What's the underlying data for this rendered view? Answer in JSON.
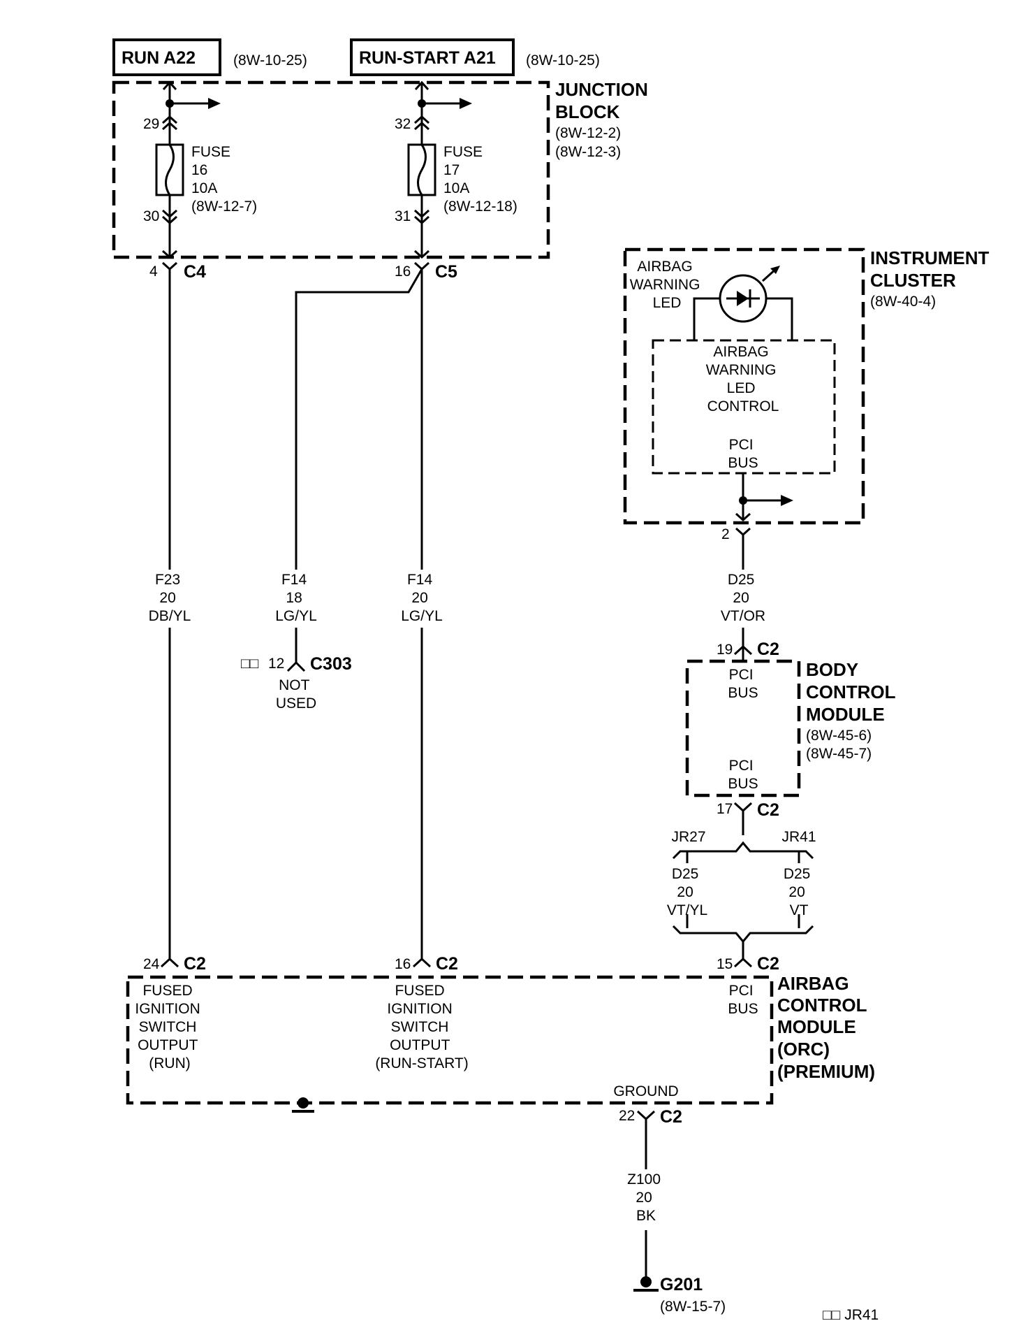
{
  "run_a22": "RUN A22",
  "run_a22_ref": "(8W-10-25)",
  "run_start_a21": "RUN-START A21",
  "run_start_a21_ref": "(8W-10-25)",
  "junction_block": {
    "title": [
      "JUNCTION",
      "BLOCK"
    ],
    "refs": [
      "(8W-12-2)",
      "(8W-12-3)"
    ],
    "fuse16": {
      "in_pin": "29",
      "out_pin": "30",
      "label": [
        "FUSE",
        "16",
        "10A",
        "(8W-12-7)"
      ]
    },
    "fuse17": {
      "in_pin": "32",
      "out_pin": "31",
      "label": [
        "FUSE",
        "17",
        "10A",
        "(8W-12-18)"
      ]
    },
    "c4": {
      "pin": "4",
      "name": "C4"
    },
    "c5": {
      "pin": "16",
      "name": "C5"
    }
  },
  "wires": {
    "f23": [
      "F23",
      "20",
      "DB/YL"
    ],
    "f14_18": [
      "F14",
      "18",
      "LG/YL"
    ],
    "f14_20": [
      "F14",
      "20",
      "LG/YL"
    ],
    "d25_vtor": [
      "D25",
      "20",
      "VT/OR"
    ],
    "d25_vtyl": [
      "D25",
      "20",
      "VT/YL"
    ],
    "d25_vt": [
      "D25",
      "20",
      "VT"
    ],
    "z100": [
      "Z100",
      "20",
      "BK"
    ]
  },
  "c303": {
    "pin": "12",
    "name": "C303",
    "status": [
      "NOT",
      "USED"
    ],
    "marker": "□□"
  },
  "instrument_cluster": {
    "title": [
      "INSTRUMENT",
      "CLUSTER"
    ],
    "ref": "(8W-40-4)",
    "led_label": [
      "AIRBAG",
      "WARNING",
      "LED"
    ],
    "control_label": [
      "AIRBAG",
      "WARNING",
      "LED",
      "CONTROL"
    ],
    "bus_label": [
      "PCI",
      "BUS"
    ],
    "pin": "2"
  },
  "body_control_module": {
    "title": [
      "BODY",
      "CONTROL",
      "MODULE"
    ],
    "refs": [
      "(8W-45-6)",
      "(8W-45-7)"
    ],
    "top_pin": "19",
    "bottom_pin": "17",
    "conn": "C2",
    "top_bus": [
      "PCI",
      "BUS"
    ],
    "bottom_bus": [
      "PCI",
      "BUS"
    ]
  },
  "splices": {
    "left": "JR27",
    "right": "JR41"
  },
  "airbag_control_module": {
    "title": [
      "AIRBAG",
      "CONTROL",
      "MODULE",
      "(ORC)",
      "(PREMIUM)"
    ],
    "conn": "C2",
    "pins": {
      "run": "24",
      "run_start": "16",
      "pci": "15",
      "ground": "22"
    },
    "run_label": [
      "FUSED",
      "IGNITION",
      "SWITCH",
      "OUTPUT",
      "(RUN)"
    ],
    "run_start_label": [
      "FUSED",
      "IGNITION",
      "SWITCH",
      "OUTPUT",
      "(RUN-START)"
    ],
    "pci_label": [
      "PCI",
      "BUS"
    ],
    "ground_label": "GROUND"
  },
  "g201": {
    "name": "G201",
    "ref": "(8W-15-7)"
  },
  "footer_note": "□□ JR41"
}
